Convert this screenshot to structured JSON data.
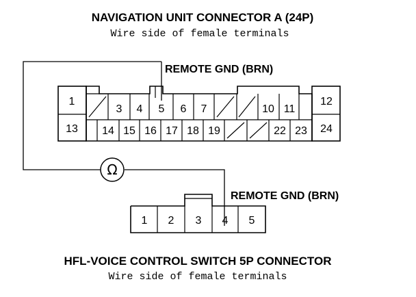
{
  "connector_a": {
    "title": "NAVIGATION UNIT CONNECTOR A (24P)",
    "subtitle": "Wire side of female terminals",
    "lead_label": "REMOTE GND (BRN)",
    "top_row": [
      "1",
      "",
      "3",
      "4",
      "5",
      "6",
      "7",
      "",
      "",
      "10",
      "11",
      "12"
    ],
    "bottom_row": [
      "13",
      "14",
      "15",
      "16",
      "17",
      "18",
      "19",
      "",
      "",
      "22",
      "23",
      "24"
    ]
  },
  "meter": {
    "symbol": "Ω"
  },
  "connector_b": {
    "lead_label": "REMOTE GND (BRN)",
    "pins": [
      "1",
      "2",
      "3",
      "4",
      "5"
    ],
    "title": "HFL-VOICE CONTROL SWITCH 5P CONNECTOR",
    "subtitle": "Wire side of female terminals"
  }
}
